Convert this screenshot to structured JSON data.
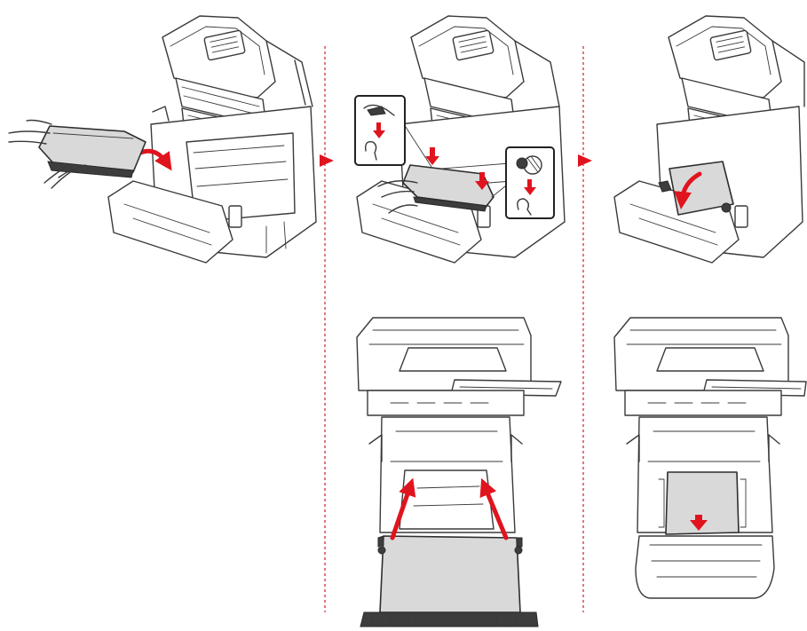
{
  "colors": {
    "arrow_red": "#e0141e",
    "divider_red": "#d0323a",
    "belt_gray": "#d9d9d9",
    "outline": "#3a3a3a"
  },
  "steps": [
    {
      "id": "step-1",
      "view": "insert-belt-angled"
    },
    {
      "id": "step-2",
      "view": "seat-belt-on-pins"
    },
    {
      "id": "step-3",
      "view": "lower-belt-into-place"
    }
  ],
  "icons": [
    "next-step-arrow-icon",
    "down-arrow-icon",
    "curved-arrow-icon"
  ]
}
